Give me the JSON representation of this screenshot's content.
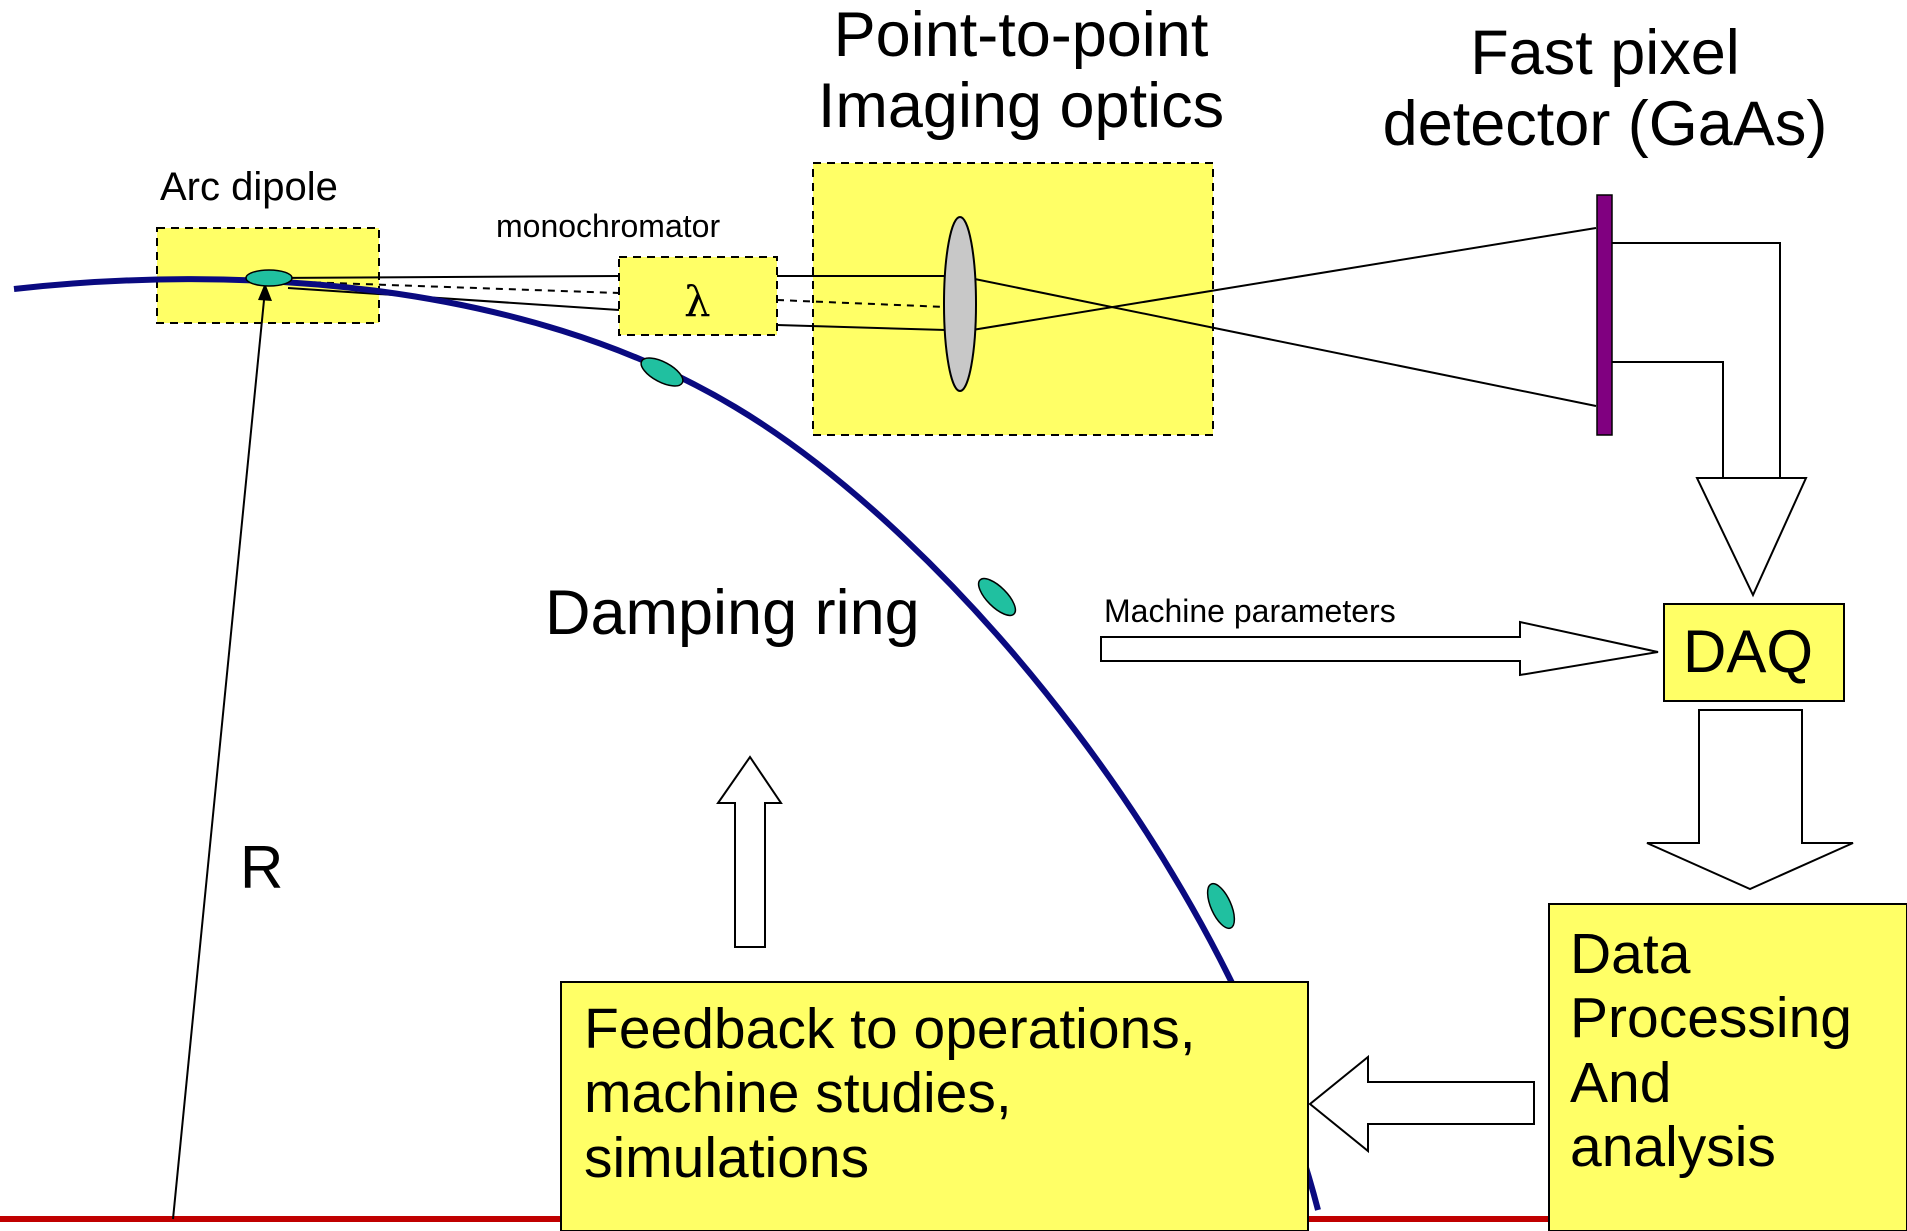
{
  "labels": {
    "point_to_point_line1": "Point-to-point",
    "point_to_point_line2": "Imaging optics",
    "fast_pixel_line1": "Fast pixel",
    "fast_pixel_line2": "detector (GaAs)",
    "arc_dipole": "Arc dipole",
    "monochromator": "monochromator",
    "lambda": "λ",
    "damping_ring": "Damping ring",
    "machine_parameters": "Machine parameters",
    "daq": "DAQ",
    "radius": "R"
  },
  "boxes": {
    "feedback_lines": [
      "Feedback to operations,",
      "machine studies,",
      "simulations"
    ],
    "data_processing_lines": [
      "Data",
      "Processing",
      "And",
      "analysis"
    ]
  },
  "colors": {
    "box_fill": "#ffff66",
    "ring": "#0a0a80",
    "baseline": "#c00000",
    "detector": "#800080",
    "bunch": "#20c0a0",
    "lens": "#c8c8c8"
  }
}
